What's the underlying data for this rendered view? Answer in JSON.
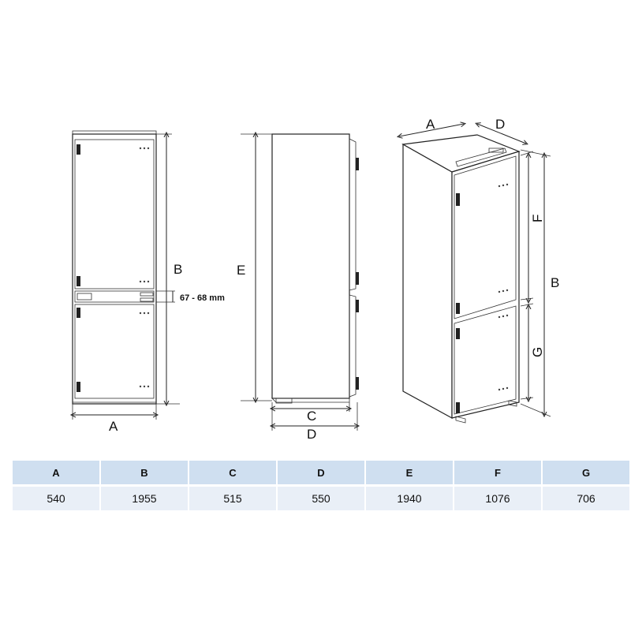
{
  "diagram": {
    "front_view": {
      "width_label": "A",
      "height_label": "B",
      "gap_label": "67 - 68 mm"
    },
    "side_view": {
      "height_label": "E",
      "depth_label_c": "C",
      "depth_label_d": "D"
    },
    "iso_view": {
      "width_label": "A",
      "depth_label": "D",
      "upper_label": "F",
      "height_label": "B",
      "lower_label": "G"
    }
  },
  "table": {
    "headers": [
      "A",
      "B",
      "C",
      "D",
      "E",
      "F",
      "G"
    ],
    "values": [
      "540",
      "1955",
      "515",
      "550",
      "1940",
      "1076",
      "706"
    ]
  }
}
